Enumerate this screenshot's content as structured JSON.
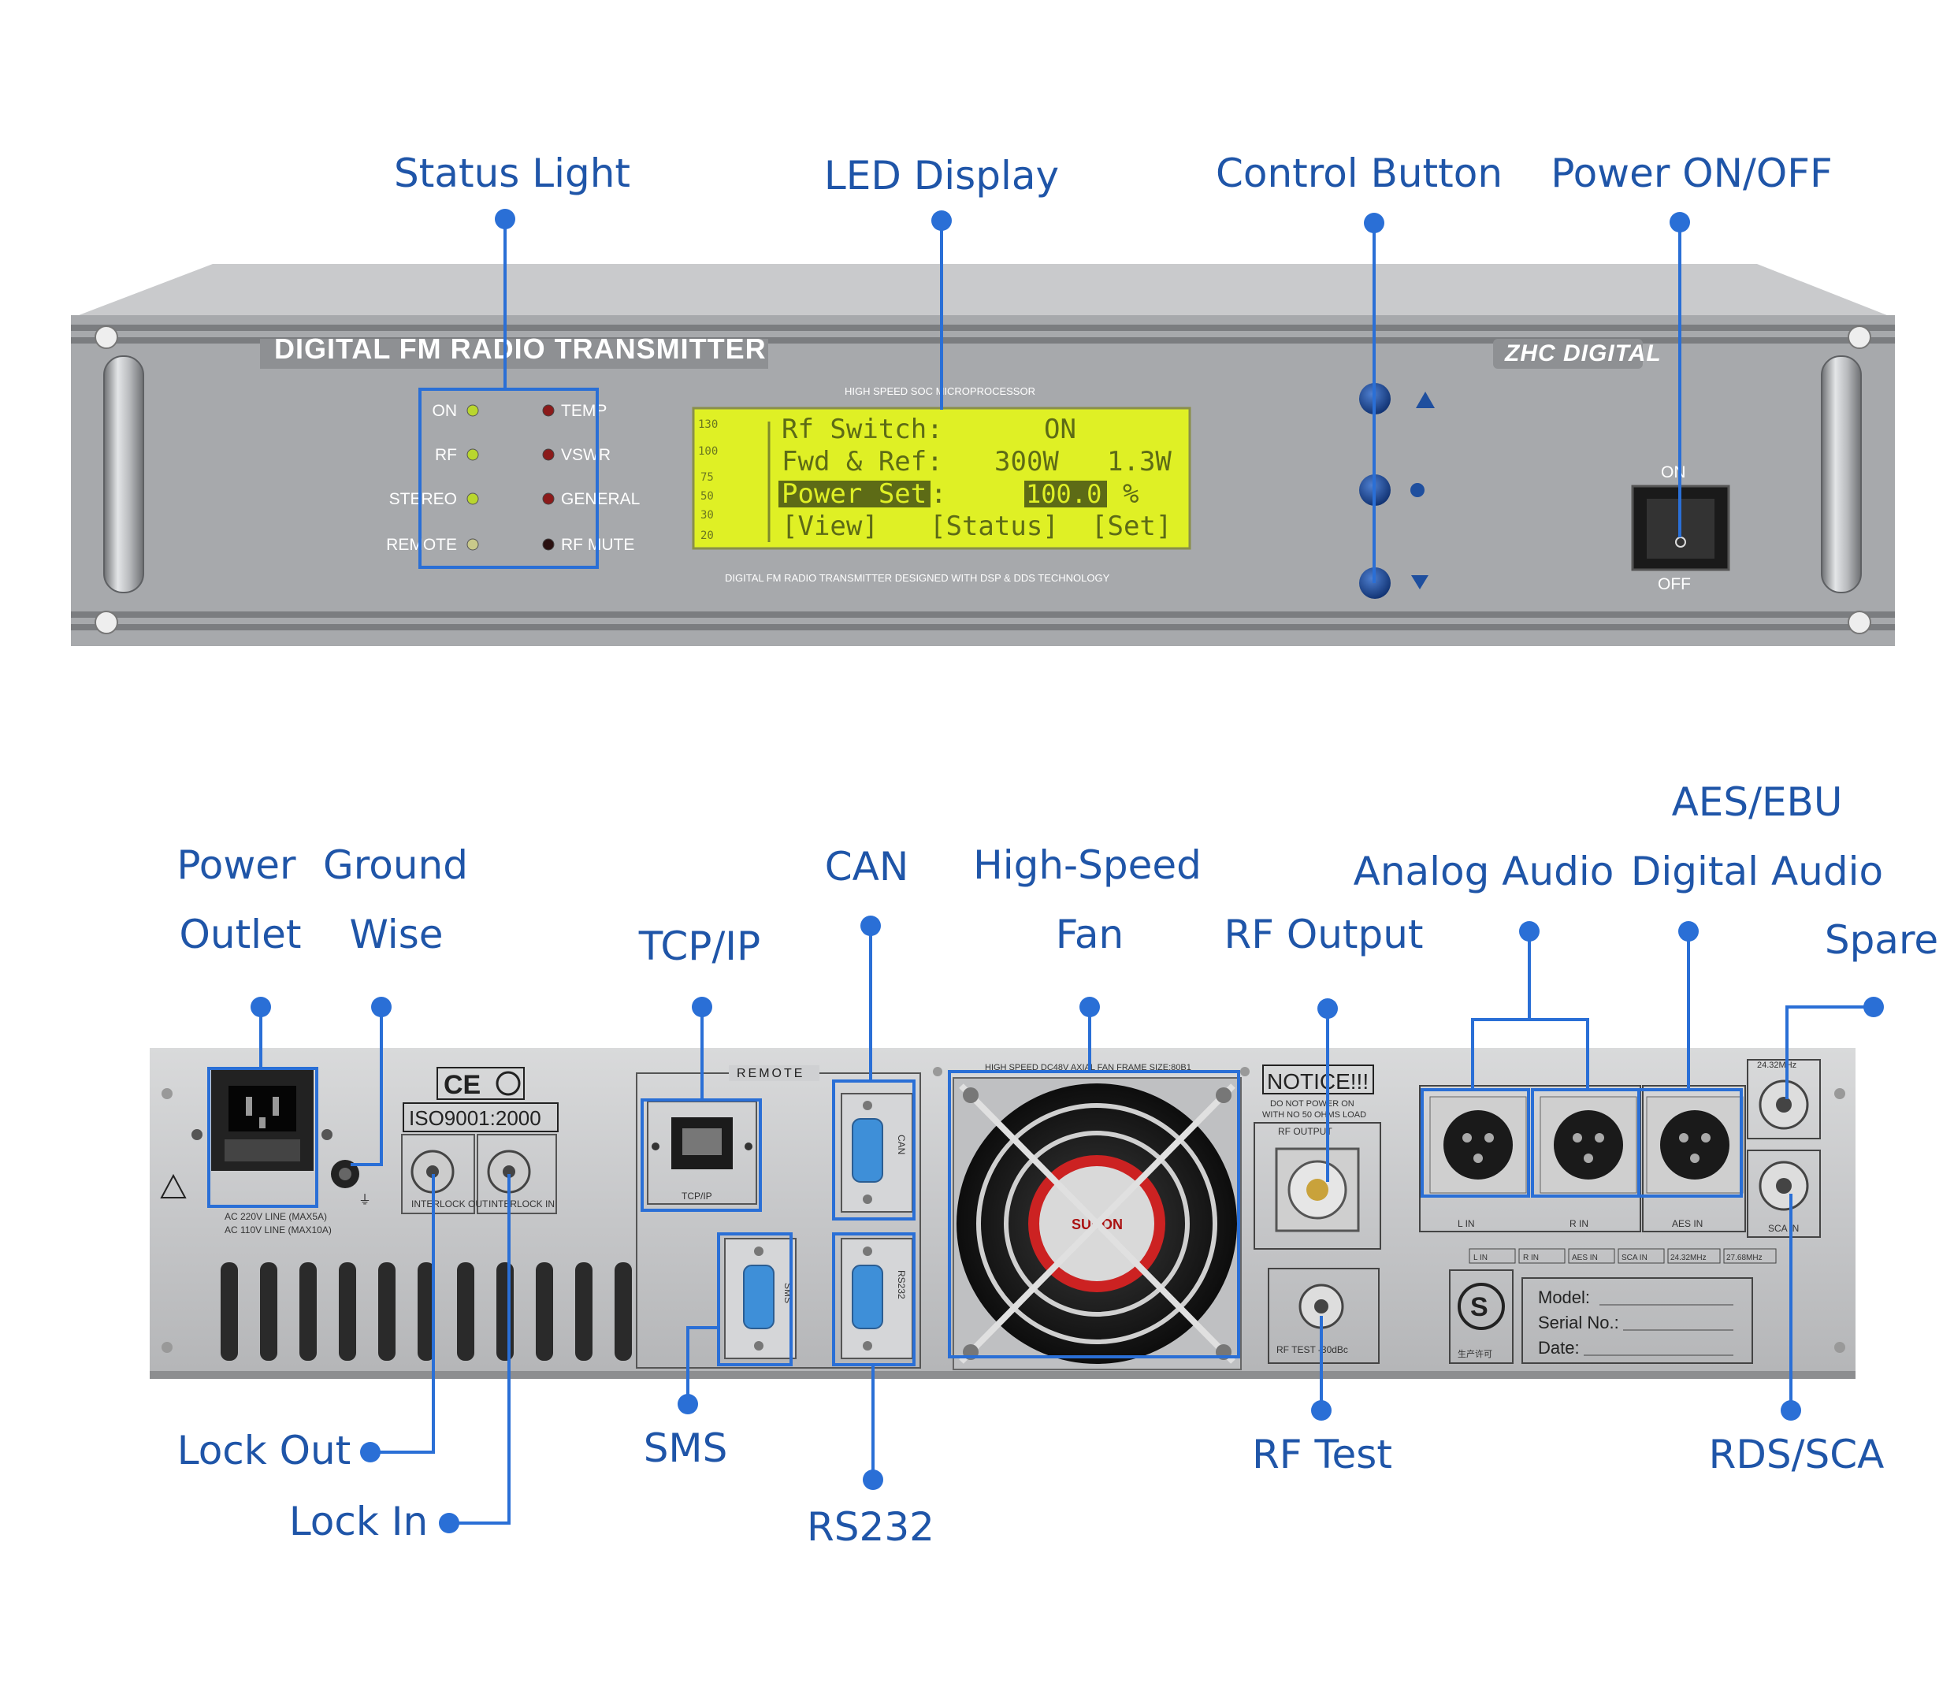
{
  "front_panel": {
    "title": "DIGITAL FM  RADIO TRANSMITTER",
    "brand": "ZHC DIGITAL",
    "top_caption": "HIGH SPEED SOC MICROPROCESSOR",
    "bottom_caption": "DIGITAL FM RADIO TRANSMITTER DESIGNED WITH DSP & DDS TECHNOLOGY",
    "status_left": [
      "ON",
      "RF",
      "STEREO",
      "REMOTE"
    ],
    "status_right": [
      "TEMP",
      "VSWR",
      "GENERAL",
      "RF MUTE"
    ],
    "lcd_scale": [
      "130",
      "100",
      "75",
      "50",
      "30",
      "20"
    ],
    "lcd": {
      "line1_label": "Rf Switch:",
      "line1_value": "ON",
      "line2_label": "Fwd & Ref:",
      "line2_fwd": "300W",
      "line2_ref": "1.3W",
      "line3_label": "Power Set",
      "line3_colon": ":",
      "line3_value": "100.0",
      "line3_unit": "%",
      "softkeys": [
        "[View]",
        "[Status]",
        "[Set]"
      ]
    },
    "switch_on": "ON",
    "switch_off": "OFF",
    "colors": {
      "panel": "#a7a9ac",
      "lcd": "#dff025",
      "led_green": "#b9d62e",
      "led_red": "#8b1a1a",
      "knob": "#1f4f9e"
    }
  },
  "front_callouts": {
    "status_light": "Status Light",
    "led_display": "LED Display",
    "control_button": "Control Button",
    "power_switch": "Power ON/OFF"
  },
  "rear_callouts": {
    "power_outlet": [
      "Power",
      "Outlet"
    ],
    "ground": [
      "Ground",
      "Wise"
    ],
    "tcpip": "TCP/IP",
    "can": "CAN",
    "fan": [
      "High-Speed",
      "Fan"
    ],
    "rf_output": "RF Output",
    "analog_audio": "Analog Audio",
    "aes_ebu": [
      "AES/EBU",
      "Digital Audio"
    ],
    "spare": "Spare",
    "lock_out": "Lock Out",
    "lock_in": "Lock In",
    "sms": "SMS",
    "rs232": "RS232",
    "rf_test": "RF Test",
    "rds_sca": "RDS/SCA"
  },
  "rear_panel": {
    "iso": "ISO9001:2000",
    "ce": "CE",
    "ac1": "AC  220V LINE (MAX5A)",
    "ac2": "AC  110V LINE (MAX10A)",
    "interlock_out": "INTERLOCK OUT",
    "interlock_in": "INTERLOCK IN",
    "remote": "REMOTE",
    "tcpip": "TCP/IP",
    "can": "CAN",
    "sms": "SMS",
    "rs232": "RS232",
    "fan_caption": "HIGH SPEED DC48V AXIAL FAN FRAME SIZE:80B1",
    "fan_brand": "SUNON",
    "notice": "NOTICE!!!",
    "notice_line1": "DO NOT POWER ON",
    "notice_line2": "WITH NO 50 OHMS LOAD",
    "rf_output": "RF OUTPUT",
    "rf_test": "RF TEST -30dBc",
    "l_in": "L  IN",
    "r_in": "R  IN",
    "aes_in": "AES  IN",
    "freq_top": "24.32MHz",
    "sca_in": "SCA IN",
    "chips": [
      "L IN",
      "R IN",
      "AES IN",
      "SCA IN",
      "24.32MHz",
      "27.68MHz"
    ],
    "model": "Model:",
    "serial": "Serial No.:",
    "date": "Date:",
    "license": "生产许可"
  }
}
